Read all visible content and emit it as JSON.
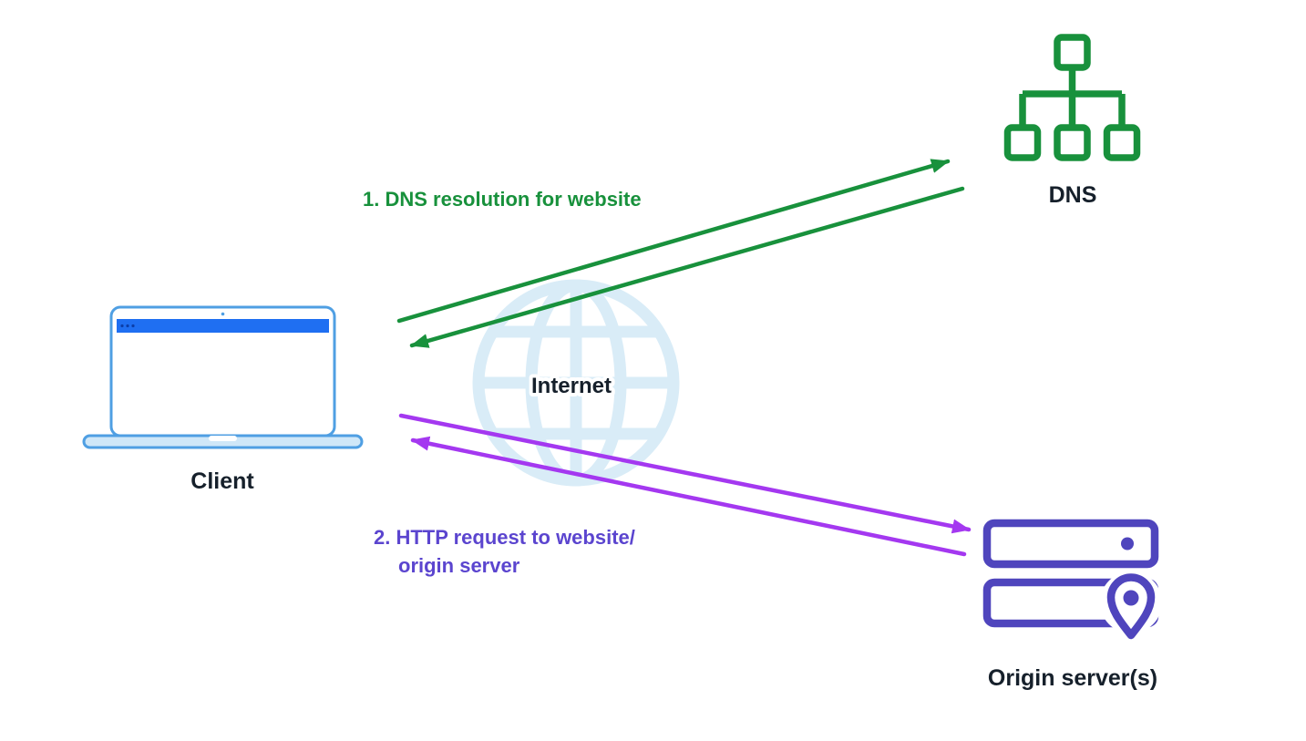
{
  "page": {
    "background": "#ffffff"
  },
  "diagram": {
    "nodes": {
      "client": {
        "label": "Client",
        "icon": "laptop-icon"
      },
      "dns": {
        "label": "DNS",
        "icon": "network-tree-icon"
      },
      "internet": {
        "label": "Internet",
        "icon": "globe-icon"
      },
      "origin": {
        "label": "Origin server(s)",
        "icon": "server-stack-location-pin-icon"
      }
    },
    "annotations": {
      "step1": {
        "text": "1. DNS resolution for website",
        "color": "#18913c"
      },
      "step2": {
        "line1": "2. HTTP request to website/",
        "line2": "origin server",
        "color": "#5b45cf"
      }
    },
    "arrows": {
      "green": {
        "color": "#18913c",
        "from": "Client",
        "to": "DNS",
        "bidirectional": true
      },
      "purple": {
        "color": "#a438f0",
        "from": "Client",
        "to": "Origin server(s)",
        "bidirectional": true
      }
    },
    "colors": {
      "green": "#18913c",
      "purple_arrow": "#a438f0",
      "purple_text": "#5b45cf",
      "server_indigo": "#4f45bd",
      "laptop_border": "#4f9fe3",
      "laptop_titlebar": "#1f6ff2",
      "laptop_titlebar_dots": "#0b3ea8",
      "laptop_base": "#cfe7f8",
      "globe": "#d9ecf7",
      "label_text": "#16202b"
    }
  }
}
